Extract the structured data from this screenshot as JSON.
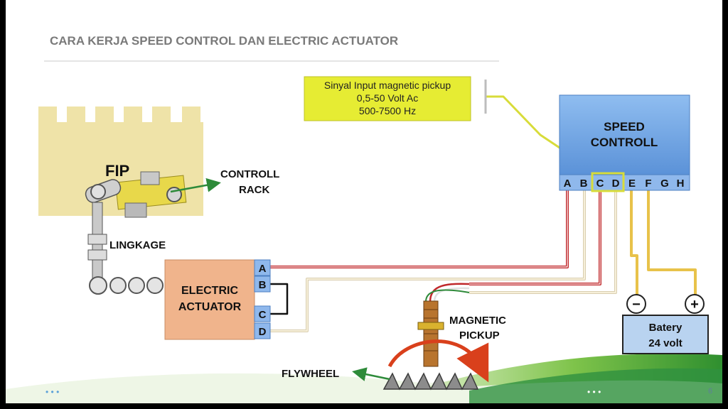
{
  "slide": {
    "title": "CARA KERJA SPEED CONTROL DAN ELECTRIC ACTUATOR",
    "page_number": "6"
  },
  "signal_box": {
    "line1": "Sinyal Input magnetic pickup",
    "line2": "0,5-50 Volt Ac",
    "line3": "500-7500 Hz"
  },
  "speed_control": {
    "line1": "SPEED",
    "line2": "CONTROLL",
    "terminals": [
      "A",
      "B",
      "C",
      "D",
      "E",
      "F",
      "G",
      "H"
    ]
  },
  "fip": {
    "label": "FIP",
    "control_rack_line1": "CONTROLL",
    "control_rack_line2": "RACK",
    "linkage_label": "LINGKAGE"
  },
  "actuator": {
    "line1": "ELECTRIC",
    "line2": "ACTUATOR",
    "terminals": [
      "A",
      "B",
      "C",
      "D"
    ]
  },
  "pickup": {
    "line1": "MAGNETIC",
    "line2": "PICKUP"
  },
  "flywheel": {
    "label": "FLYWHEEL"
  },
  "battery": {
    "line1": "Batery",
    "line2": "24 volt",
    "minus": "−",
    "plus": "+"
  },
  "colors": {
    "wire_red": "#c0282b",
    "wire_cream": "#efe6c8",
    "wire_yellow": "#e8c24a",
    "speed_control_fill": "#6fa4e0",
    "signal_box_fill": "#e6ec33",
    "actuator_fill": "#f0b48c",
    "battery_fill": "#b9d3f0",
    "fip_fill": "#efe3a8"
  }
}
